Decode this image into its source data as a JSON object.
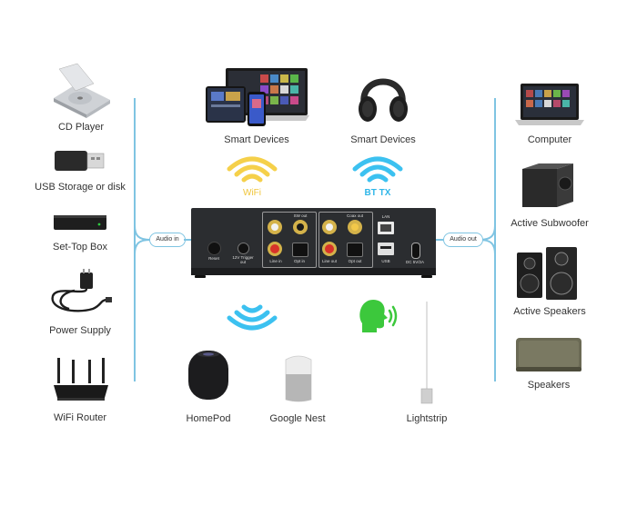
{
  "inputs": [
    {
      "label": "CD Player",
      "icon": "cd-player-icon"
    },
    {
      "label": "USB Storage or disk",
      "icon": "usb-drive-icon"
    },
    {
      "label": "Set-Top Box",
      "icon": "set-top-box-icon"
    },
    {
      "label": "Power Supply",
      "icon": "power-adapter-icon"
    },
    {
      "label": "WiFi Router",
      "icon": "wifi-router-icon"
    }
  ],
  "outputs": [
    {
      "label": "Computer",
      "icon": "laptop-icon"
    },
    {
      "label": "Active Subwoofer",
      "icon": "subwoofer-icon"
    },
    {
      "label": "Active Speakers",
      "icon": "bookshelf-speakers-icon"
    },
    {
      "label": "Speakers",
      "icon": "portable-speaker-icon"
    }
  ],
  "top": [
    {
      "label": "Smart Devices",
      "icon": "laptop-phone-tablet-icon",
      "badge": "WiFi",
      "badge_color": "#f5d04a"
    },
    {
      "label": "Smart Devices",
      "icon": "headphones-icon",
      "badge": "BT TX",
      "badge_color": "#3cc1f0"
    }
  ],
  "bottom": [
    {
      "label": "HomePod",
      "icon": "homepod-icon"
    },
    {
      "label": "Google Nest",
      "icon": "google-nest-icon"
    },
    {
      "label": "Lightstrip",
      "icon": "lightstrip-icon"
    }
  ],
  "connectors": {
    "audio_in": "Audio in",
    "audio_out": "Audio out"
  },
  "device": {
    "reset": "Reset",
    "trigger": "12V Trigger out",
    "sw_out": "SW out",
    "line_in": "Line in",
    "opt_in": "Opt in",
    "coax_out": "Coax out",
    "line_out": "Line out",
    "opt_out": "Opt out",
    "lan": "LAN",
    "usb": "USB",
    "dc": "DC 5V/2A"
  },
  "colors": {
    "accent": "#7fc4e2",
    "wifi": "#f5d04a",
    "bt": "#3cc1f0",
    "voice": "#3cc83c",
    "device": "#2b2d30"
  }
}
